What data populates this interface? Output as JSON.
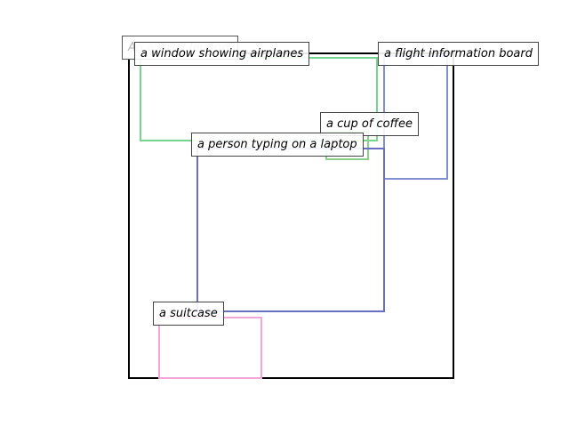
{
  "title": "An airport lounge.",
  "regions": [
    {
      "id": "window",
      "label": "a window showing airplanes",
      "color": "#77d48e"
    },
    {
      "id": "board",
      "label": "a flight information board",
      "color": "#7f8fcf"
    },
    {
      "id": "coffee",
      "label": "a cup of coffee",
      "color": "#8ccf8a"
    },
    {
      "id": "laptop",
      "label": "a person typing on a laptop",
      "color": "#6a6fc4"
    },
    {
      "id": "suitcase",
      "label": "a suitcase",
      "color": "#f0a6d6"
    }
  ]
}
